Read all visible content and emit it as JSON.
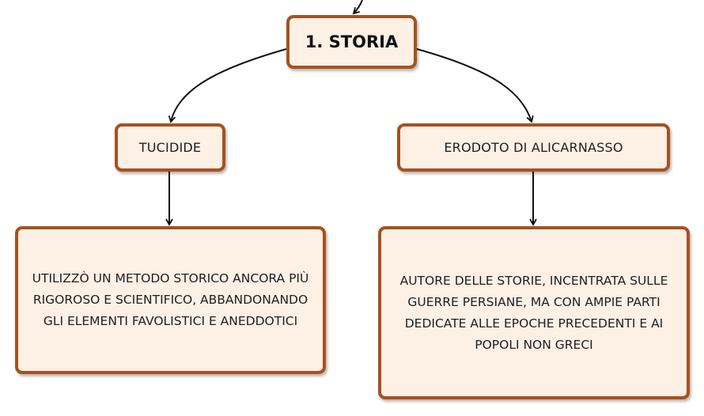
{
  "root": {
    "label": "1. STORIA"
  },
  "branches": [
    {
      "title": "TUCIDIDE",
      "description": "UTILIZZÒ UN METODO STORICO ANCORA PIÙ RIGOROSO E SCIENTIFICO, ABBANDONANDO GLI ELEMENTI FAVOLISTICI E ANEDDOTICI"
    },
    {
      "title": "ERODOTO DI ALICARNASSO",
      "description": "AUTORE DELLE STORIE, INCENTRATA SULLE GUERRE PERSIANE, MA CON AMPIE PARTI DEDICATE ALLE EPOCHE PRECEDENTI E AI POPOLI NON GRECI"
    }
  ],
  "colors": {
    "node_border": "#a6521d",
    "node_fill": "#fdf0e5",
    "connector": "#111111"
  }
}
